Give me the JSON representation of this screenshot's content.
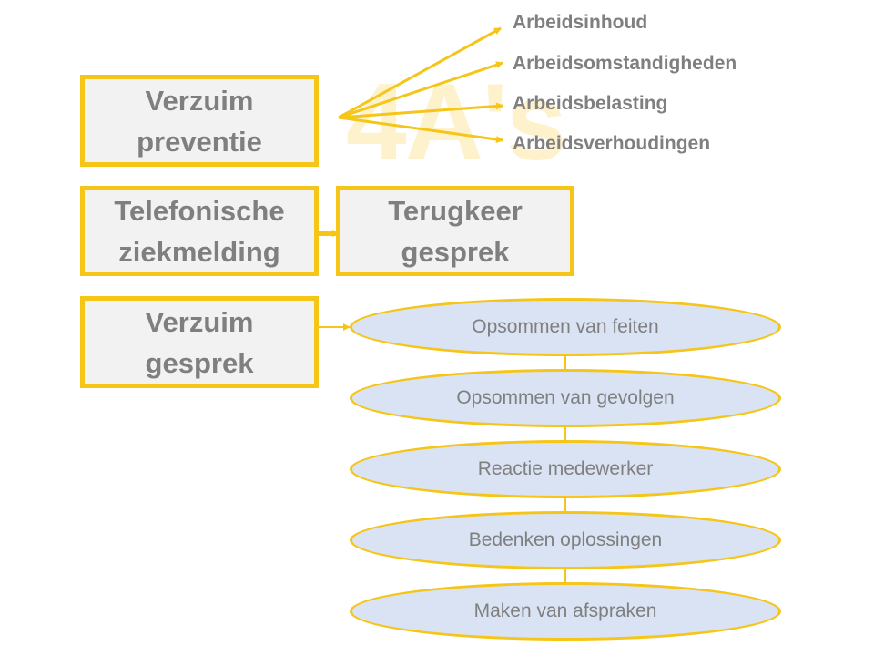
{
  "watermark": "4A's",
  "boxes": {
    "verzuim_preventie": "Verzuim\npreventie",
    "telefonische_ziekmelding": "Telefonische\nziekmelding",
    "terugkeer_gesprek": "Terugkeer\ngesprek",
    "verzuim_gesprek": "Verzuim\ngesprek"
  },
  "branches": [
    "Arbeidsinhoud",
    "Arbeidsomstandigheden",
    "Arbeidsbelasting",
    "Arbeidsverhoudingen"
  ],
  "steps": [
    "Opsommen van feiten",
    "Opsommen van gevolgen",
    "Reactie medewerker",
    "Bedenken oplossingen",
    "Maken van afspraken"
  ],
  "colors": {
    "accent": "#f5c518",
    "box_fill": "#f2f2f2",
    "ellipse_fill": "#dae3f3",
    "text": "#7f7f7f",
    "watermark": "#fdf2cc"
  }
}
